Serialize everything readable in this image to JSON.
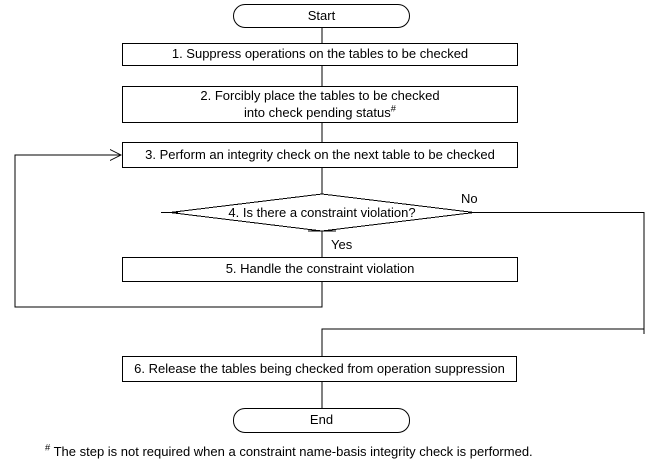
{
  "flowchart": {
    "terminators": {
      "start": "Start",
      "end": "End"
    },
    "steps": {
      "step1": "1. Suppress operations on the tables to be checked",
      "step2_line1": "2. Forcibly place the tables to be checked",
      "step2_line2": "into check pending status",
      "step2_superscript": "#",
      "step3": "3. Perform an integrity check on the next table to be checked",
      "step5": "5. Handle the constraint violation",
      "step6": "6. Release the tables being checked from operation suppression"
    },
    "decision": {
      "question": "4. Is there a constraint violation?",
      "no_label": "No",
      "yes_label": "Yes"
    },
    "footnote": {
      "marker": "#",
      "text": "The step is not required when a constraint name-basis integrity check is performed."
    },
    "colors": {
      "line": "#000000",
      "background": "#ffffff",
      "text": "#000000"
    }
  }
}
